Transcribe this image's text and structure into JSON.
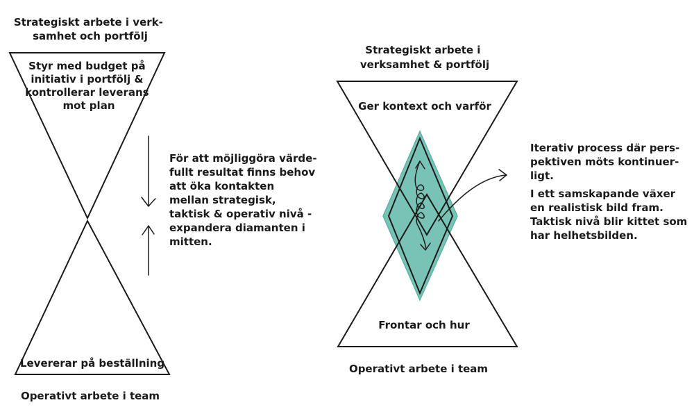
{
  "colors": {
    "ink": "#1a1a1a",
    "diamond_fill": "#78c3b5",
    "diamond_edge": "#5fb3a4",
    "background": "#ffffff"
  },
  "left": {
    "top_heading": [
      "Strategiskt arbete i verk-",
      "samhet och portfölj"
    ],
    "top_triangle_text": [
      "Styr med budget på",
      "initiativ i portfölj &",
      "kontrollerar leverans",
      "mot plan"
    ],
    "bottom_triangle_text": "Levererar på beställning",
    "bottom_heading": "Operativt arbete i team",
    "note": [
      "För att möjliggöra värde-",
      "fullt resultat finns behov",
      "att öka kontakten",
      "mellan strategisk,",
      "taktisk & operativ nivå -",
      "expandera diamanten i",
      "mitten."
    ],
    "arrow_down_icon": "arrow-down-icon",
    "arrow_up_icon": "arrow-up-icon"
  },
  "right": {
    "top_heading": [
      "Strategiskt arbete i",
      "verksamhet & portfölj"
    ],
    "top_triangle_text": "Ger kontext och varför",
    "bottom_triangle_text": "Frontar och hur",
    "bottom_heading": "Operativt arbete i team",
    "callout": [
      "Iterativ process där pers-",
      "pektiven möts kontinuer-",
      "ligt.",
      "I ett samskapande växer",
      "en realistisk bild fram.",
      "Taktisk nivå blir kittet som",
      "har helhetsbilden."
    ],
    "loop_icon": "iteration-loop-icon",
    "pointer_icon": "curved-arrow-icon"
  }
}
